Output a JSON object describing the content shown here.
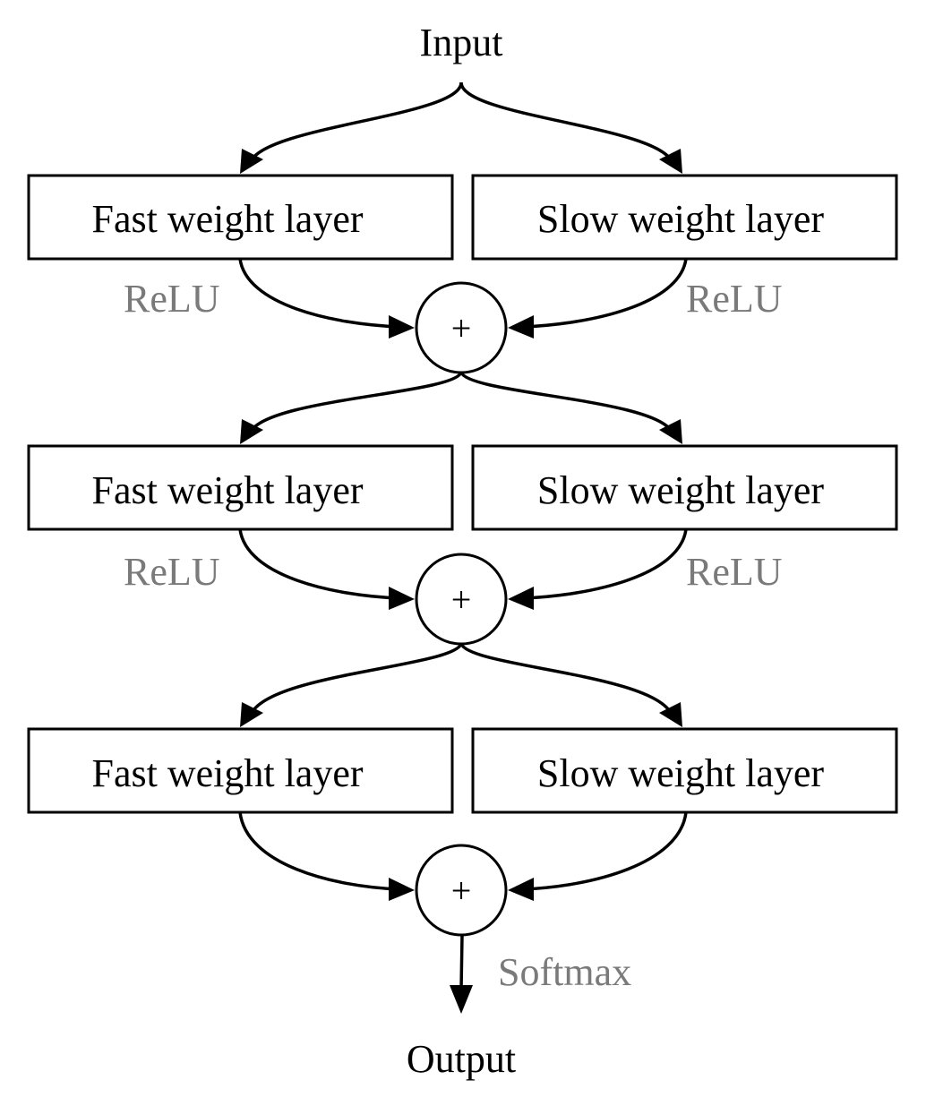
{
  "colors": {
    "stroke": "#000000",
    "activation_text": "#7a7a7a",
    "background": "#ffffff"
  },
  "input_label": "Input",
  "output_label": "Output",
  "blocks": [
    {
      "fast_layer": "Fast weight layer",
      "slow_layer": "Slow weight layer",
      "fast_activation": "ReLU",
      "slow_activation": "ReLU",
      "merge_symbol": "+"
    },
    {
      "fast_layer": "Fast weight layer",
      "slow_layer": "Slow weight layer",
      "fast_activation": "ReLU",
      "slow_activation": "ReLU",
      "merge_symbol": "+"
    },
    {
      "fast_layer": "Fast weight layer",
      "slow_layer": "Slow weight layer",
      "merge_symbol": "+"
    }
  ],
  "output_activation": "Softmax"
}
